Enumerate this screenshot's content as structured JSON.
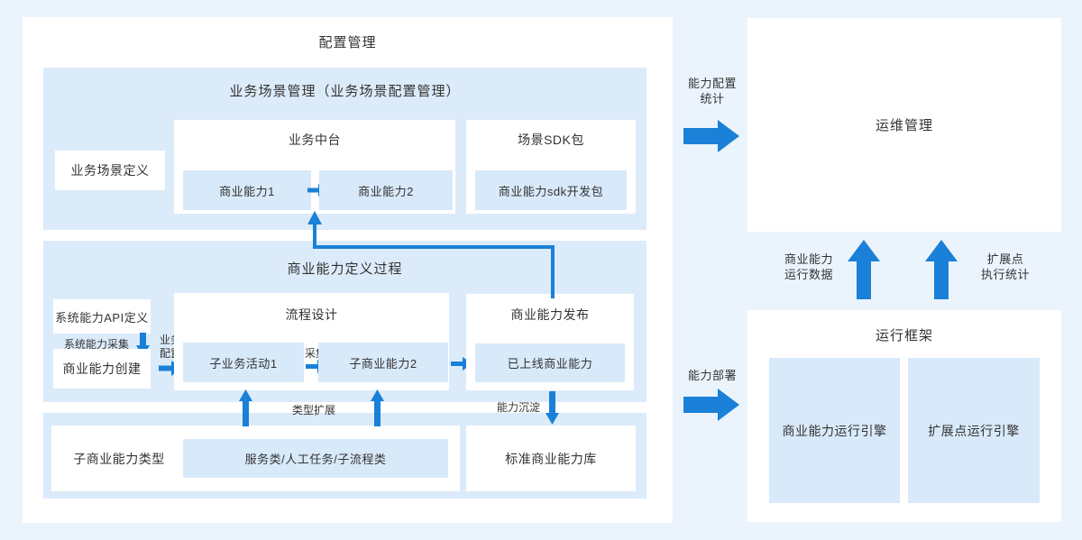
{
  "colors": {
    "page_bg": "#EBF4FD",
    "panel_white": "#FFFFFF",
    "panel_blue": "#DCEBFA",
    "box_blue": "#D8E9FA",
    "arrow_blue": "#1A80D8",
    "text": "#333333"
  },
  "config_mgmt": {
    "title": "配置管理",
    "scene_panel": {
      "title": "业务场景管理（业务场景配置管理）",
      "scene_definition": "业务场景定义",
      "biz_platform": {
        "title": "业务中台",
        "capability1": "商业能力1",
        "capability2": "商业能力2"
      },
      "sdk_box": {
        "title": "场景SDK包",
        "sdk_package": "商业能力sdk开发包"
      }
    },
    "capability_panel": {
      "title": "商业能力定义过程",
      "api_definition": "系统能力API定义",
      "label_system_collect": "系统能力采集",
      "capability_create": "商业能力创建",
      "label_biz_config": "业务\n配置",
      "process_design": {
        "title": "流程设计",
        "sub_activity1": "子业务活动1",
        "label_collect": "采集",
        "sub_capability2": "子商业能力2"
      },
      "publish_box": {
        "title": "商业能力发布",
        "online_capability": "已上线商业能力"
      }
    },
    "bottom_panel": {
      "sub_capability_types": "子商业能力类型",
      "type_list": "服务类/人工任务/子流程类",
      "standard_library": "标准商业能力库"
    },
    "label_type_extend": "类型扩展",
    "label_capability_sediment": "能力沉淀"
  },
  "flow_labels": {
    "capability_config_stats": "能力配置\n统计",
    "capability_deploy": "能力部署",
    "capability_run_data": "商业能力\n运行数据",
    "extension_exec_stats": "扩展点\n执行统计"
  },
  "ops_mgmt": {
    "title": "运维管理"
  },
  "runtime_framework": {
    "title": "运行框架",
    "capability_engine": "商业能力运行引擎",
    "extension_engine": "扩展点运行引擎"
  }
}
